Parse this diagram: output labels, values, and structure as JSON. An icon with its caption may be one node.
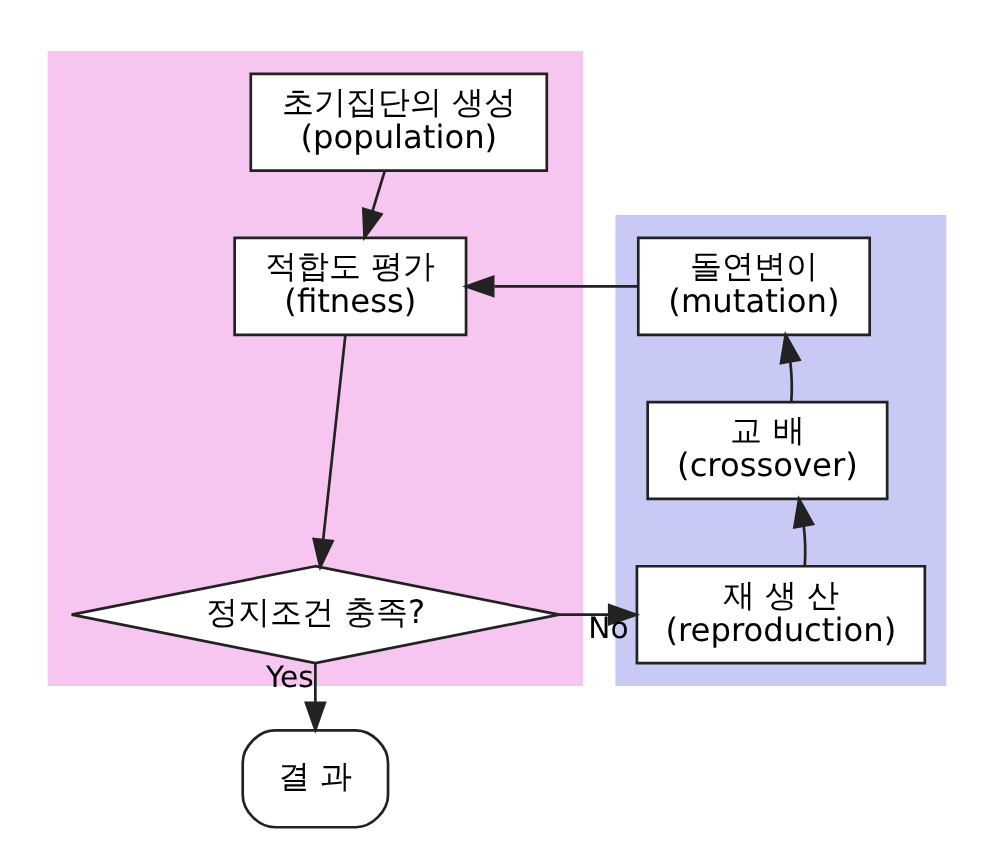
{
  "diagram": {
    "nodes": [
      {
        "text": [],
        "shape": "box"
      },
      {
        "text": [
          "초기집단의 생성",
          "(population)"
        ],
        "in": 0
      },
      {
        "text": [
          "적합도 평가",
          "(fitness)"
        ],
        "in": 0
      },
      {
        "text": [
          "정지조건 충족?"
        ],
        "in": 0
      },
      {
        "text": [
          "결 과"
        ]
      },
      {
        "text": [],
        "shape": "box"
      },
      {
        "text": [
          "돌연변이",
          "(mutation)"
        ],
        "in": 5
      },
      {
        "text": [
          "교 배",
          "(crossover)"
        ],
        "in": 5
      },
      {
        "text": [
          "재 생 산",
          "(reproduction)"
        ],
        "in": 5
      }
    ],
    "edges": [
      {
        "from": 1,
        "to": 2,
        "arrow": "to"
      },
      {
        "from": 2,
        "to": 3,
        "arrow": "to"
      },
      {
        "from": 3,
        "to": 4,
        "arrow": "to",
        "label": "Yes"
      },
      {
        "from": 3,
        "to": 8,
        "arrow": "to",
        "label": "No"
      },
      {
        "from": 8,
        "to": 7,
        "arrow": "to"
      },
      {
        "from": 7,
        "to": 6,
        "arrow": "to"
      },
      {
        "from": 6,
        "to": 2,
        "arrow": "to"
      }
    ]
  }
}
